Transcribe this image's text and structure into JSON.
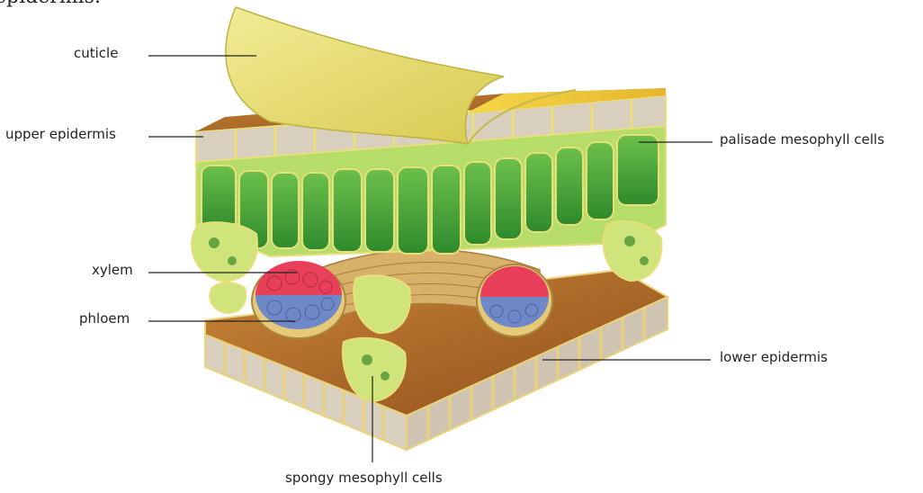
{
  "top_text_fragment": "epidermis.",
  "labels": {
    "cuticle": "cuticle",
    "upper_epidermis": "upper epidermis",
    "palisade": "palisade mesophyll cells",
    "xylem": "xylem",
    "phloem": "phloem",
    "lower_epidermis": "lower epidermis",
    "spongy": "spongy mesophyll cells"
  },
  "colors": {
    "cuticle": "#e8e07a",
    "epidermis_brown": "#b86f2a",
    "cell_green": "#3fa33a",
    "cell_light_green": "#c9e27a",
    "xylem_red": "#e8405a",
    "phloem_blue": "#6f88c8",
    "vein_tan": "#d9b06a"
  }
}
